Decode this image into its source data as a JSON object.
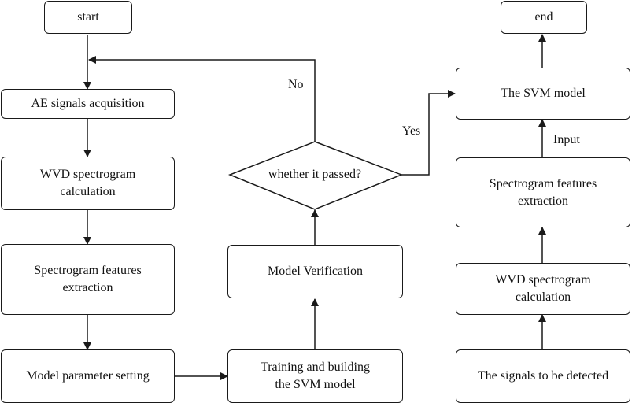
{
  "nodes": {
    "start": "start",
    "acquisition": "AE signals acquisition",
    "wvd_left": [
      "WVD spectrogram",
      "calculation"
    ],
    "features_left": [
      "Spectrogram features",
      "extraction"
    ],
    "param_setting": "Model parameter setting",
    "training": [
      "Training and building",
      "the SVM model"
    ],
    "verification": "Model Verification",
    "decision": "whether it passed?",
    "svm_model": "The SVM model",
    "end": "end",
    "features_right": [
      "Spectrogram features",
      "extraction"
    ],
    "wvd_right": [
      "WVD spectrogram",
      "calculation"
    ],
    "signals": "The signals to be detected"
  },
  "edge_labels": {
    "no": "No",
    "yes": "Yes",
    "input": "Input"
  }
}
